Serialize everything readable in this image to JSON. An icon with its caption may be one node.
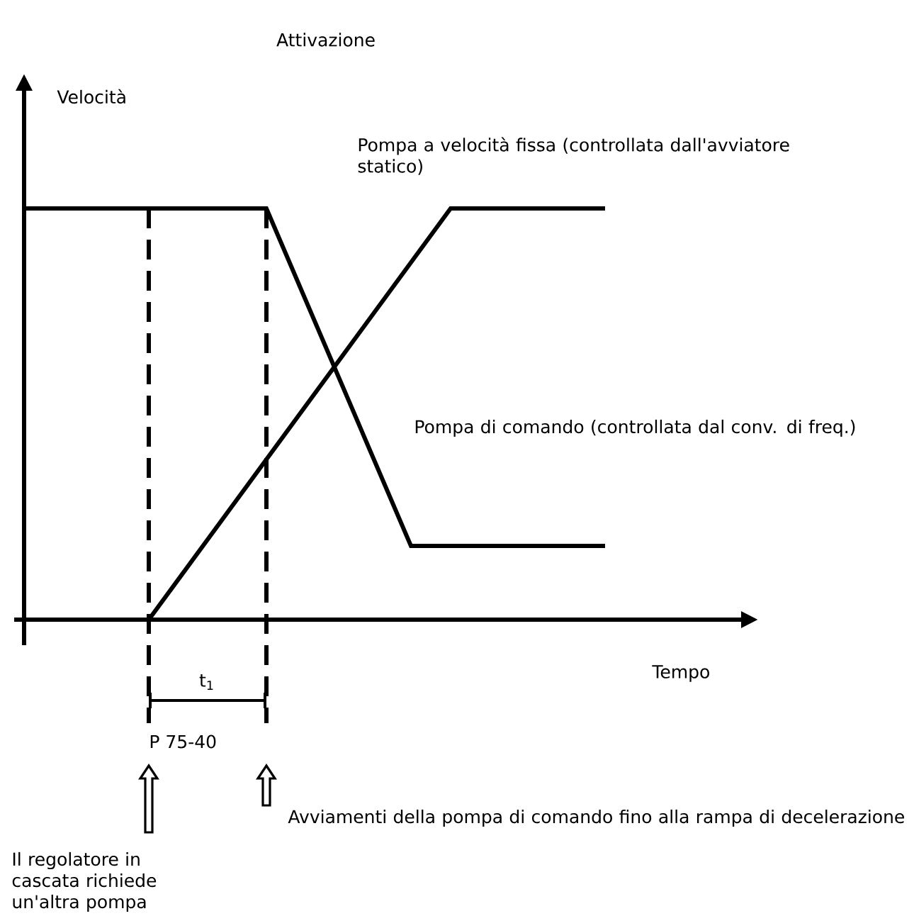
{
  "diagram": {
    "title": "Attivazione",
    "labels": [
      "Velocità",
      "Pompa a velocità fissa (controllata dall'avviatore statico)",
      "Pompa di comando (controllata dal conv. di freq.)",
      "Tempo",
      "t$_{1}$",
      "P 75-40",
      "Avviamenti della pompa di comando fino alla rampa di decelerazione",
      "Il regolatore in cascata richiede un'altra pompa"
    ]
  }
}
